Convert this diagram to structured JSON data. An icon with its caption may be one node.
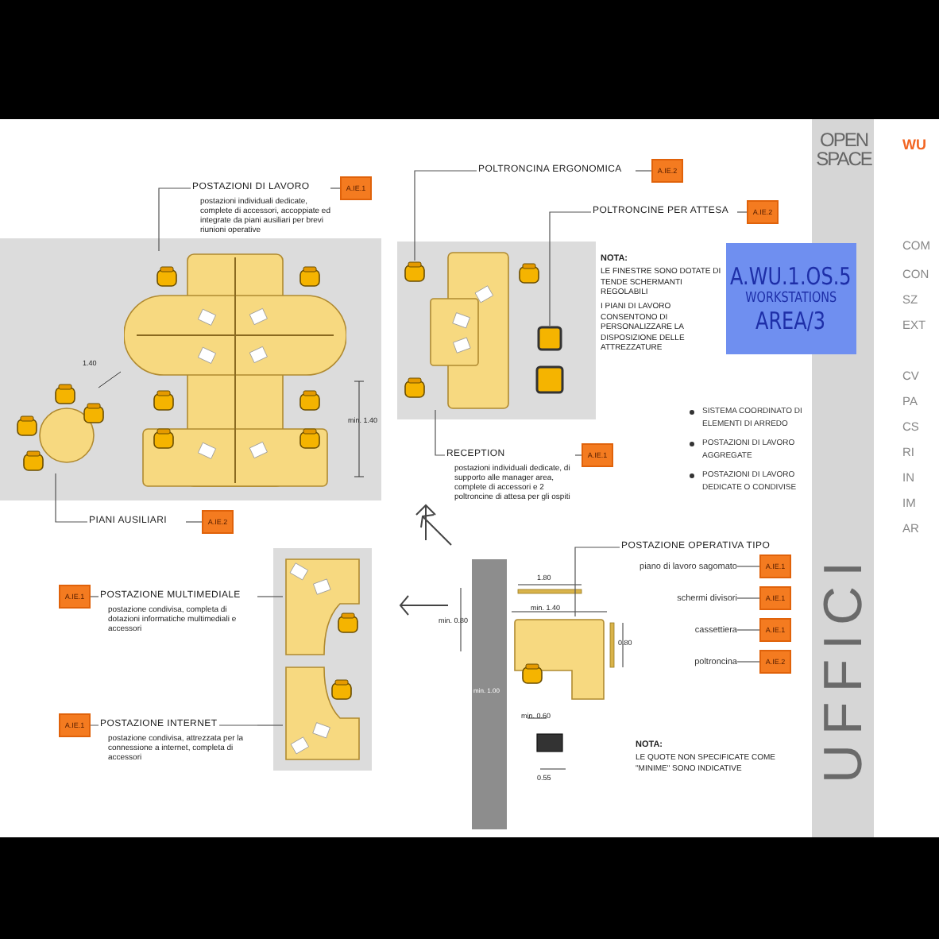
{
  "diagram": {
    "nodes": [
      {
        "text": [
          "POSTAZIONI DI LAVORO",
          "postazioni individuali dedicate, complete di accessori, accoppiate ed integrate da piani ausiliari per brevi riunioni operative"
        ]
      },
      {
        "text": [
          "A.IE.1"
        ]
      },
      {
        "text": [],
        "shape": "picture"
      },
      {
        "text": [],
        "shape": "picture"
      },
      {
        "text": [
          "PIANI AUSILIARI"
        ]
      },
      {
        "text": [
          "A.IE.2"
        ]
      },
      {
        "text": [
          "POLTRONCINA ERGONOMICA"
        ]
      },
      {
        "text": [
          "A.IE.2"
        ]
      },
      {
        "text": [
          "POLTRONCINE PER ATTESA"
        ]
      },
      {
        "text": [
          "A.IE.2"
        ]
      },
      {
        "text": [],
        "shape": "chair"
      },
      {
        "text": [],
        "shape": "chair"
      },
      {
        "text": [],
        "shape": "picture"
      },
      {
        "text": [
          "A.WU.1.OS.5",
          "WORKSTATIONS",
          "AREA/3"
        ]
      },
      {
        "text": [
          "RECEPTION",
          "postazioni individuali dedicate, di supporto alle manager area, complete di accessori e 2 poltroncine di attesa per gli ospiti"
        ]
      },
      {
        "text": [
          "A.IE.1"
        ]
      },
      {
        "text": [],
        "shape": "picture"
      },
      {
        "text": [],
        "shape": "picture"
      },
      {
        "text": [
          "POSTAZIONE MULTIMEDIALE",
          "postazione condivisa, completa di dotazioni informatiche multimediali e accessori"
        ]
      },
      {
        "text": [
          "A.IE.1"
        ]
      },
      {
        "text": [
          "POSTAZIONE INTERNET",
          "postazione condivisa, attrezzata per la connessione a internet, completa di accessori"
        ]
      },
      {
        "text": [
          "A.IE.1"
        ]
      },
      {
        "text": [
          "POSTAZIONE OPERATIVA TIPO"
        ]
      },
      {
        "text": [],
        "shape": "picture"
      },
      {
        "text": [
          "piano di lavoro sagomato"
        ]
      },
      {
        "text": [
          "A.IE.1"
        ]
      },
      {
        "text": [
          "schermi divisori"
        ]
      },
      {
        "text": [
          "A.IE.1"
        ]
      },
      {
        "text": [
          "cassettiera"
        ]
      },
      {
        "text": [
          "A.IE.1"
        ]
      },
      {
        "text": [
          "poltroncina"
        ]
      },
      {
        "text": [
          "A.IE.2"
        ]
      }
    ],
    "edges": [
      {
        "from": 0,
        "to": 1,
        "arrow": "none"
      },
      {
        "from": 0,
        "to": 2,
        "arrow": "none"
      },
      {
        "from": 4,
        "to": 3,
        "arrow": "none"
      },
      {
        "from": 4,
        "to": 5,
        "arrow": "none"
      },
      {
        "from": 6,
        "to": 10,
        "arrow": "none"
      },
      {
        "from": 6,
        "to": 7,
        "arrow": "none"
      },
      {
        "from": 8,
        "to": 11,
        "arrow": "none"
      },
      {
        "from": 8,
        "to": 9,
        "arrow": "none"
      },
      {
        "from": 14,
        "to": 12,
        "arrow": "none"
      },
      {
        "from": 14,
        "to": 15,
        "arrow": "none"
      },
      {
        "from": 18,
        "to": 19,
        "arrow": "none"
      },
      {
        "from": 18,
        "to": 16,
        "arrow": "none"
      },
      {
        "from": 20,
        "to": 21,
        "arrow": "none"
      },
      {
        "from": 20,
        "to": 17,
        "arrow": "none"
      },
      {
        "from": 22,
        "to": 23,
        "arrow": "none"
      },
      {
        "from": 24,
        "to": 25,
        "arrow": "none"
      },
      {
        "from": 26,
        "to": 27,
        "arrow": "none"
      },
      {
        "from": 28,
        "to": 29,
        "arrow": "none"
      },
      {
        "from": 30,
        "to": 31,
        "arrow": "none"
      }
    ],
    "labels": [
      "1.40",
      "min. 1.40",
      "NOTA:",
      "LE FINESTRE SONO DOTATE DI TENDE SCHERMANTI REGOLABILI",
      "I PIANI DI LAVORO CONSENTONO DI PERSONALIZZARE LA DISPOSIZIONE DELLE ATTREZZATURE",
      "SISTEMA COORDINATO DI ELEMENTI DI ARREDO",
      "POSTAZIONI DI LAVORO AGGREGATE",
      "POSTAZIONI DI LAVORO DEDICATE O CONDIVISE",
      "1.80",
      "min. 1.40",
      "min. 0.80",
      "0.80",
      "min. 0.60",
      "min. 1.00",
      "0.55",
      "NOTA:",
      "LE QUOTE NON SPECIFICATE COME \"MINIME\" SONO INDICATIVE",
      "OPEN SPACE",
      "UFFICI",
      "WU",
      "COM",
      "CON",
      "SZ",
      "EXT",
      "CV",
      "PA",
      "CS",
      "RI",
      "IN",
      "IM",
      "AR"
    ]
  }
}
